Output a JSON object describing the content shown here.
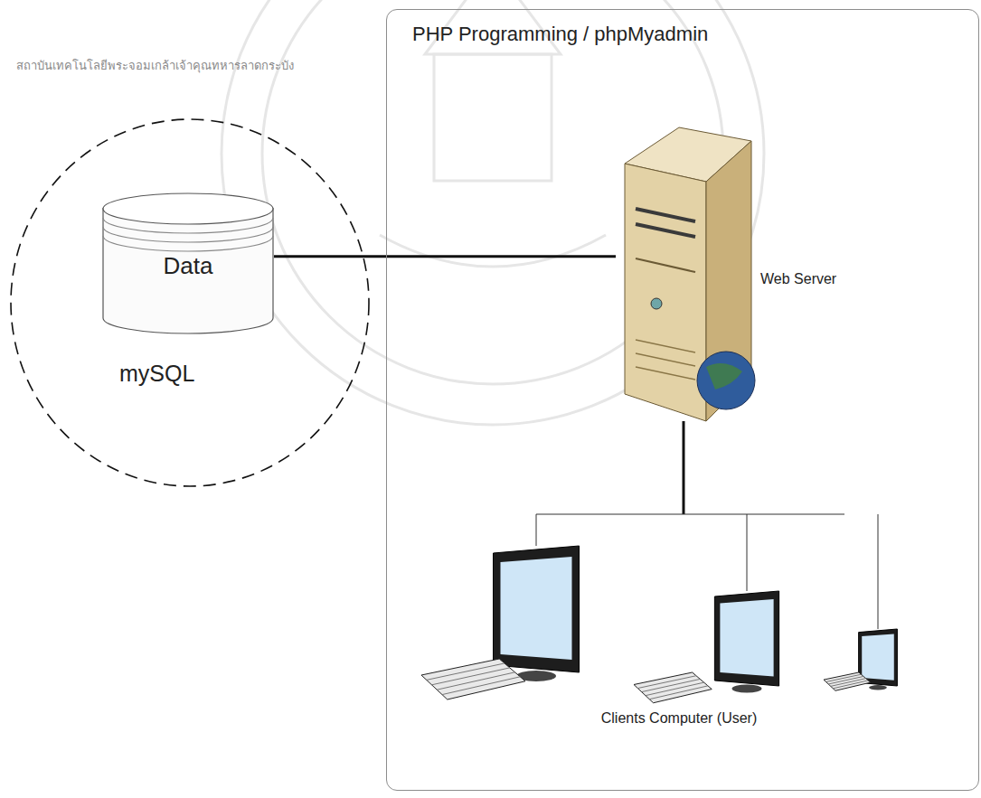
{
  "diagram": {
    "nodes": [
      {
        "text": [
          "PHP Programming / phpMyadmin"
        ]
      },
      {
        "text": [
          "mySQL"
        ]
      },
      {
        "text": [
          "Data"
        ],
        "in": 1
      },
      {
        "text": [
          "Web Server"
        ],
        "in": 0
      },
      {
        "text": [
          "Clients Computer (User)"
        ],
        "in": 0
      }
    ],
    "edges": [
      {
        "from": 2,
        "to": 3,
        "arrow": "none"
      },
      {
        "from": 3,
        "to": 4,
        "arrow": "none"
      }
    ],
    "labels": [
      "สถาบันเทคโนโลยีพระจอมเกล้าเจ้าคุณทหารลาดกระบัง"
    ]
  }
}
